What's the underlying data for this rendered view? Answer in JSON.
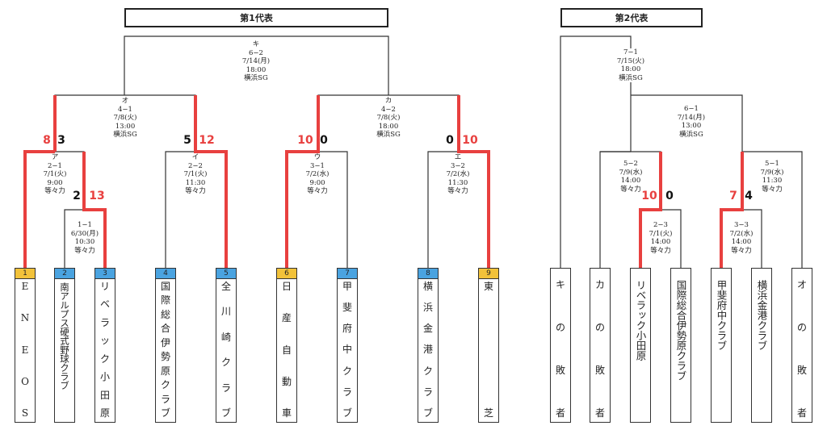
{
  "brackets": [
    {
      "title": "第1代表"
    },
    {
      "title": "第2代表"
    }
  ],
  "teams": [
    {
      "seed": "1",
      "seed_color": "#f2c23a",
      "name": "ENEOS",
      "spread": true
    },
    {
      "seed": "2",
      "seed_color": "#4aa3e0",
      "name": "南アルプス硬式野球クラブ",
      "spread": false
    },
    {
      "seed": "3",
      "seed_color": "#4aa3e0",
      "name": "リベラック小田原",
      "spread": true
    },
    {
      "seed": "4",
      "seed_color": "#4aa3e0",
      "name": "国際総合伊勢原クラブ",
      "spread": true
    },
    {
      "seed": "5",
      "seed_color": "#4aa3e0",
      "name": "全川崎クラブ",
      "spread": true
    },
    {
      "seed": "6",
      "seed_color": "#f2c23a",
      "name": "日産自動車",
      "spread": true
    },
    {
      "seed": "7",
      "seed_color": "#4aa3e0",
      "name": "甲斐府中クラブ",
      "spread": true
    },
    {
      "seed": "8",
      "seed_color": "#4aa3e0",
      "name": "横浜金港クラブ",
      "spread": true
    },
    {
      "seed": "9",
      "seed_color": "#f2c23a",
      "name": "東芝",
      "spread": true
    },
    {
      "seed": "",
      "seed_color": "",
      "name": "キの敗者",
      "spread": true
    },
    {
      "seed": "",
      "seed_color": "",
      "name": "カの敗者",
      "spread": true
    },
    {
      "seed": "",
      "seed_color": "",
      "name": "リベラック小田原",
      "spread": false
    },
    {
      "seed": "",
      "seed_color": "",
      "name": "国際総合伊勢原クラブ",
      "spread": false
    },
    {
      "seed": "",
      "seed_color": "",
      "name": "甲斐府中クラブ",
      "spread": false
    },
    {
      "seed": "",
      "seed_color": "",
      "name": "横浜金港クラブ",
      "spread": false
    },
    {
      "seed": "",
      "seed_color": "",
      "name": "オの敗者",
      "spread": true
    }
  ],
  "matches": [
    {
      "label": "キ",
      "lines": [
        "6−2",
        "7/14(月)",
        "18:00",
        "横浜SG"
      ]
    },
    {
      "label": "オ",
      "lines": [
        "4−1",
        "7/8(火)",
        "13:00",
        "横浜SG"
      ]
    },
    {
      "label": "カ",
      "lines": [
        "4−2",
        "7/8(火)",
        "18:00",
        "横浜SG"
      ]
    },
    {
      "label": "ア",
      "lines": [
        "2−1",
        "7/1(火)",
        "9:00",
        "等々力"
      ]
    },
    {
      "label": "イ",
      "lines": [
        "2−2",
        "7/1(火)",
        "11:30",
        "等々力"
      ]
    },
    {
      "label": "ウ",
      "lines": [
        "3−1",
        "7/2(水)",
        "9:00",
        "等々力"
      ]
    },
    {
      "label": "エ",
      "lines": [
        "3−2",
        "7/2(水)",
        "11:30",
        "等々力"
      ]
    },
    {
      "label": "",
      "lines": [
        "1−1",
        "6/30(月)",
        "10:30",
        "等々力"
      ]
    },
    {
      "label": "",
      "lines": [
        "7−1",
        "7/15(火)",
        "18:00",
        "横浜SG"
      ]
    },
    {
      "label": "",
      "lines": [
        "6−1",
        "7/14(月)",
        "13:00",
        "横浜SG"
      ]
    },
    {
      "label": "",
      "lines": [
        "5−2",
        "7/9(水)",
        "14:00",
        "等々力"
      ]
    },
    {
      "label": "",
      "lines": [
        "5−1",
        "7/9(水)",
        "11:30",
        "等々力"
      ]
    },
    {
      "label": "",
      "lines": [
        "2−3",
        "7/1(火)",
        "14:00",
        "等々力"
      ]
    },
    {
      "label": "",
      "lines": [
        "3−3",
        "7/2(水)",
        "14:00",
        "等々力"
      ]
    }
  ],
  "scores": [
    {
      "value": "8",
      "result": "win"
    },
    {
      "value": "3",
      "result": "lose"
    },
    {
      "value": "2",
      "result": "lose"
    },
    {
      "value": "13",
      "result": "win"
    },
    {
      "value": "5",
      "result": "lose"
    },
    {
      "value": "12",
      "result": "win"
    },
    {
      "value": "10",
      "result": "win"
    },
    {
      "value": "0",
      "result": "lose"
    },
    {
      "value": "0",
      "result": "lose"
    },
    {
      "value": "10",
      "result": "win"
    },
    {
      "value": "10",
      "result": "win"
    },
    {
      "value": "0",
      "result": "lose"
    },
    {
      "value": "7",
      "result": "win"
    },
    {
      "value": "4",
      "result": "lose"
    }
  ],
  "colors": {
    "line": "#333333",
    "win_line": "#e8403f",
    "win_score": "#e8403f",
    "seed_blue": "#4aa3e0",
    "seed_yellow": "#f2c23a"
  }
}
